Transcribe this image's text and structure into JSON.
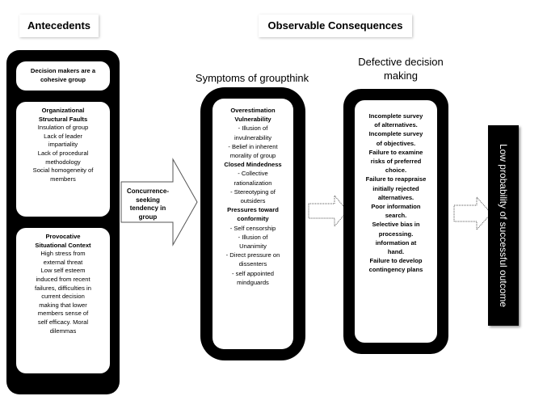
{
  "headers": {
    "antecedents": "Antecedents",
    "observable": "Observable Consequences"
  },
  "column_titles": {
    "symptoms": "Symptoms of groupthink",
    "defective": [
      "Defective decision",
      "making"
    ]
  },
  "antecedents": {
    "box1": [
      "Decision makers are a",
      "cohesive group"
    ],
    "box2": {
      "title": [
        "Organizational",
        "Structural Faults"
      ],
      "lines": [
        "Insulation of group",
        "Lack of leader",
        "impartiality",
        "Lack of procedural",
        "methodology",
        "Social homogeneity of",
        "members"
      ]
    },
    "box3": {
      "title": [
        "Provocative",
        "Situational Context"
      ],
      "lines": [
        "High stress from",
        "external threat",
        "Low self esteem",
        "induced from recent",
        "failures, difficulties in",
        "current decision",
        "making that lower",
        "members sense of",
        "self efficacy. Moral",
        "dilemmas"
      ]
    }
  },
  "arrow1_label": [
    "Concurrence-",
    "seeking",
    "tendency in",
    "group"
  ],
  "symptoms": [
    {
      "t": "Overestimation",
      "b": true
    },
    {
      "t": "Vulnerability",
      "b": true
    },
    {
      "t": "- Illusion of",
      "b": false
    },
    {
      "t": "invulnerability",
      "b": false
    },
    {
      "t": "- Belief in inherent",
      "b": false
    },
    {
      "t": "morality of group",
      "b": false
    },
    {
      "t": "Closed Mindedness",
      "b": true
    },
    {
      "t": "- Collective",
      "b": false
    },
    {
      "t": "rationalization",
      "b": false
    },
    {
      "t": "- Stereotyping of",
      "b": false
    },
    {
      "t": "outsiders",
      "b": false
    },
    {
      "t": "Pressures toward",
      "b": true
    },
    {
      "t": "conformity",
      "b": true
    },
    {
      "t": "- Self censorship",
      "b": false
    },
    {
      "t": "- Illusion of",
      "b": false
    },
    {
      "t": "Unanimity",
      "b": false
    },
    {
      "t": "- Direct pressure on",
      "b": false
    },
    {
      "t": "dissenters",
      "b": false
    },
    {
      "t": "- self appointed",
      "b": false
    },
    {
      "t": "mindguards",
      "b": false
    }
  ],
  "defective": [
    "Incomplete survey",
    "of alternatives.",
    "Incomplete survey",
    "of objectives.",
    "Failure to examine",
    "risks of preferred",
    "choice.",
    "Failure to reappraise",
    "initially rejected",
    "alternatives.",
    "Poor information",
    "search.",
    "Selective bias in",
    "processing.",
    "information at",
    "hand.",
    "Failure to develop",
    "contingency plans"
  ],
  "outcome": "Low probability of successful outcome"
}
